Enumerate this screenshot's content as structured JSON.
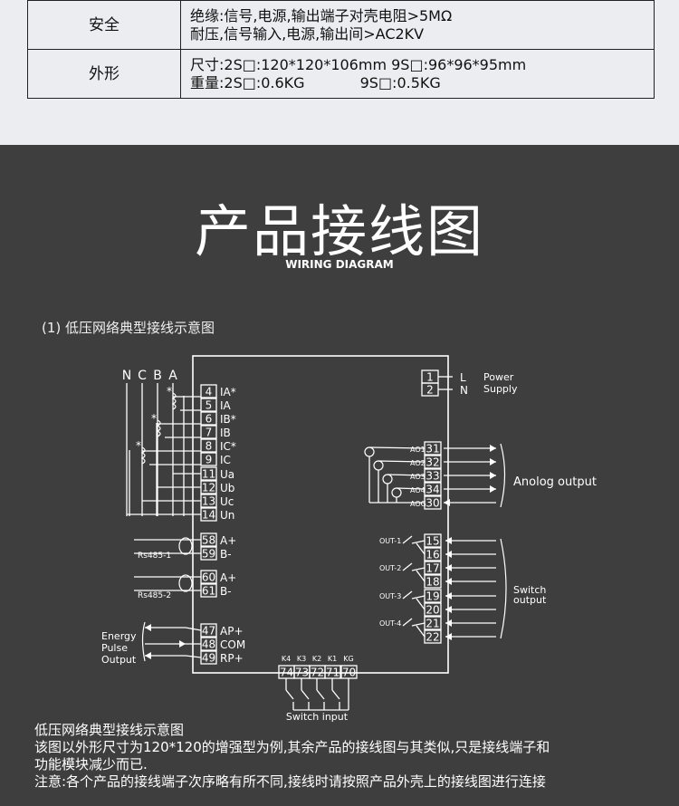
{
  "spec_table": {
    "rows": [
      {
        "label": "安全",
        "lines": [
          "绝缘:信号,电源,输出端子对壳电阻>5MΩ",
          "耐压,信号输入,电源,输出间>AC2KV"
        ]
      },
      {
        "label": "外形",
        "lines": [
          "尺寸:2S□:120*120*106mm  9S□:96*96*95mm",
          "重量:2S□:0.6KG            9S□:0.5KG"
        ]
      }
    ]
  },
  "section": {
    "title": "产品接线图",
    "subtitle": "WIRING DIAGRAM",
    "caption": "(1) 低压网络典型接线示意图"
  },
  "diagram": {
    "phase_labels": [
      "N",
      "C",
      "B",
      "A"
    ],
    "left_terminals": [
      {
        "num": "4",
        "label": "IA*"
      },
      {
        "num": "5",
        "label": "IA"
      },
      {
        "num": "6",
        "label": "IB*"
      },
      {
        "num": "7",
        "label": "IB"
      },
      {
        "num": "8",
        "label": "IC*"
      },
      {
        "num": "9",
        "label": "IC"
      },
      {
        "num": "11",
        "label": "Ua"
      },
      {
        "num": "12",
        "label": "Ub"
      },
      {
        "num": "13",
        "label": "Uc"
      },
      {
        "num": "14",
        "label": "Un"
      }
    ],
    "rs485_1": {
      "terminals": [
        {
          "num": "58",
          "label": "A+"
        },
        {
          "num": "59",
          "label": "B-"
        }
      ],
      "label": "Rs485-1"
    },
    "rs485_2": {
      "terminals": [
        {
          "num": "60",
          "label": "A+"
        },
        {
          "num": "61",
          "label": "B-"
        }
      ],
      "label": "Rs485-2"
    },
    "pulse_terminals": [
      {
        "num": "47",
        "label": "AP+"
      },
      {
        "num": "48",
        "label": "COM"
      },
      {
        "num": "49",
        "label": "RP+"
      }
    ],
    "pulse_label": [
      "Energy",
      "Pulse",
      "Output"
    ],
    "power_terminals": [
      {
        "num": "1",
        "label": "L"
      },
      {
        "num": "2",
        "label": "N"
      }
    ],
    "power_label": [
      "Power",
      "Supply"
    ],
    "analog_terminals": [
      "31",
      "32",
      "33",
      "34",
      "30"
    ],
    "analog_channels": [
      "AO1",
      "AO2",
      "AO3",
      "AO4",
      "AOG"
    ],
    "analog_label": "Anolog output",
    "switch_terminals": [
      "15",
      "16",
      "17",
      "18",
      "19",
      "20",
      "21",
      "22"
    ],
    "switch_outs": [
      "OUT-1",
      "OUT-2",
      "OUT-3",
      "OUT-4"
    ],
    "switch_label": [
      "Switch",
      "output"
    ],
    "input_terminals": [
      "74",
      "73",
      "72",
      "71",
      "70"
    ],
    "input_keys": [
      "K4",
      "K3",
      "K2",
      "K1",
      "KG"
    ],
    "input_label": "Switch input"
  },
  "notes": [
    "低压网络典型接线示意图",
    "该图以外形尺寸为120*120的增强型为例,其余产品的接线图与其类似,只是接线端子和",
    "功能模块减少而已.",
    "注意:各个产品的接线端子次序略有所不同,接线时请按照产品外壳上的接线图进行连接"
  ],
  "colors": {
    "diagram_bg": "#3e3e3e",
    "line": "#ffffff",
    "top_bg": "#ebedf0"
  }
}
